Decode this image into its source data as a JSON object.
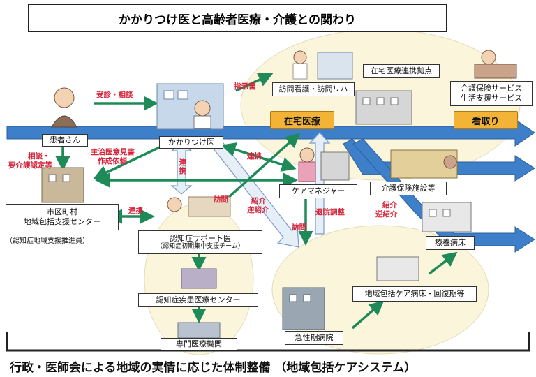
{
  "title": "かかりつけ医と高齢者医療・介護との関わり",
  "footer": "行政・医師会による地域の実情に応じた体制整備 （地域包括ケアシステム）",
  "tags": {
    "home_care": "在宅医療",
    "end_of_life": "看取り"
  },
  "boxes": {
    "patient": "患者さん",
    "family_doctor": "かかりつけ医",
    "municipality_line1": "市区町村",
    "municipality_line2": "地域包括支援センター",
    "dementia_support_line1": "認知症サポート医",
    "dementia_support_line2": "（認知症初期集中支援チーム）",
    "dementia_center": "認知症疾患医療センター",
    "specialist": "専門医療機関",
    "care_manager": "ケアマネジャー",
    "home_visit": "訪問看護・訪問リハ",
    "home_care_hub": "在宅医療連携拠点",
    "care_services_line1": "介護保険サービス",
    "care_services_line2": "生活支援サービス",
    "care_facility": "介護保険施設等",
    "recuperation": "療養病床",
    "community_ward": "地域包括ケア病床・回復期等",
    "acute_hospital": "急性期病院"
  },
  "notes": {
    "promoter": "（認知症地域支援推進員）"
  },
  "labels": {
    "consult": "受診・相談",
    "instruction": "指示書",
    "opinion_line1": "主治医意見書",
    "opinion_line2": "作成依頼",
    "consult_apply_line1": "相談・",
    "consult_apply_line2": "要介護認定等",
    "coop1": "連携",
    "coop2": "連携",
    "coop3": "連携",
    "visit1": "訪問",
    "visit2": "訪問",
    "intro_line1": "紹介",
    "intro_line2": "逆紹介",
    "intro2_line1": "紹介",
    "intro2_line2": "逆紹介",
    "discharge": "退院調整"
  },
  "colors": {
    "main_arrow": "#3d7fc9",
    "green_arrow": "#1d8a58",
    "tag_fill": "#f3b337",
    "ellipse_fill": "#fbf5dc",
    "label_red": "#d6243a"
  }
}
